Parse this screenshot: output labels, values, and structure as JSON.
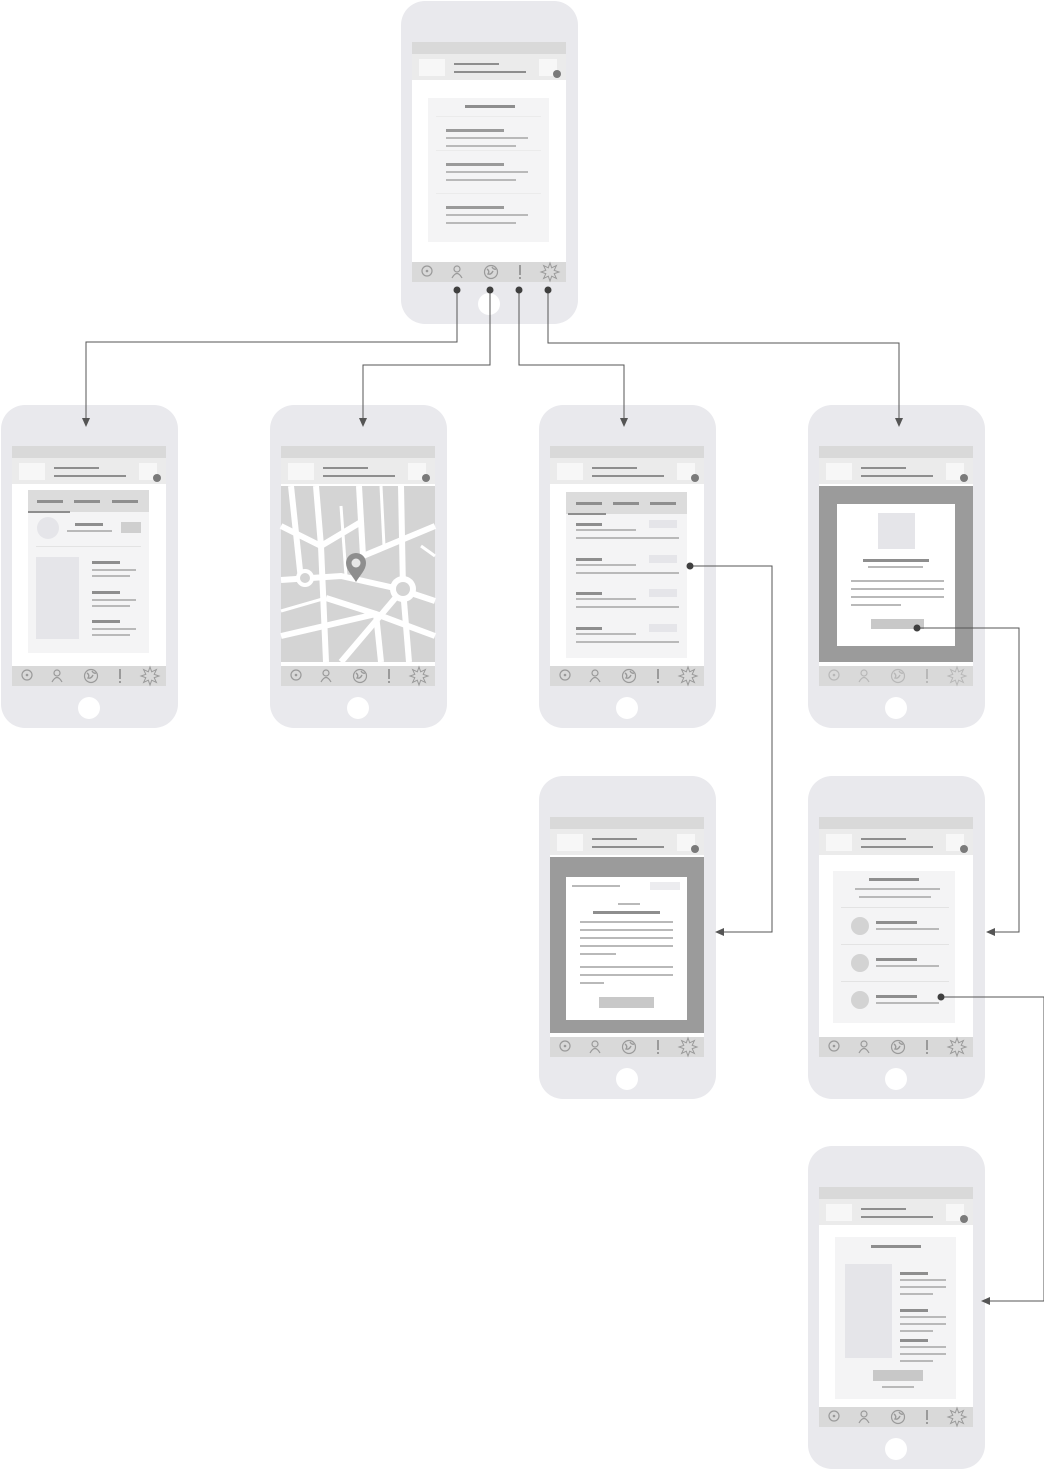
{
  "diagram": {
    "type": "mobile-wireframe-flow",
    "colors": {
      "background": "#ffffff",
      "device": "#e9e9ed",
      "screen": "#ffffff",
      "bars": "#d9d9d9",
      "lines": "#8e8e8e",
      "panel": "#f4f4f5",
      "overlay": "#9b9b9b",
      "map_base": "#d4d4d4",
      "connector": "#555555"
    },
    "screens": [
      {
        "id": "home",
        "content": "list-card"
      },
      {
        "id": "profile",
        "content": "profile"
      },
      {
        "id": "map",
        "content": "map"
      },
      {
        "id": "list",
        "content": "tab-list"
      },
      {
        "id": "modal",
        "content": "modal"
      },
      {
        "id": "detail-modal",
        "content": "text-modal"
      },
      {
        "id": "contacts",
        "content": "contacts"
      },
      {
        "id": "detail",
        "content": "detail"
      }
    ],
    "tab_icons": [
      "pin-icon",
      "person-icon",
      "globe-icon",
      "exclamation-icon",
      "burst-icon"
    ],
    "connections": [
      {
        "from": "home",
        "to": "profile",
        "via": "tab-person"
      },
      {
        "from": "home",
        "to": "map",
        "via": "tab-globe"
      },
      {
        "from": "home",
        "to": "list",
        "via": "tab-exclamation"
      },
      {
        "from": "home",
        "to": "modal",
        "via": "tab-burst"
      },
      {
        "from": "list",
        "to": "detail-modal",
        "via": "list-row"
      },
      {
        "from": "modal",
        "to": "contacts",
        "via": "modal-button"
      },
      {
        "from": "contacts",
        "to": "detail",
        "via": "contact-row"
      }
    ]
  }
}
